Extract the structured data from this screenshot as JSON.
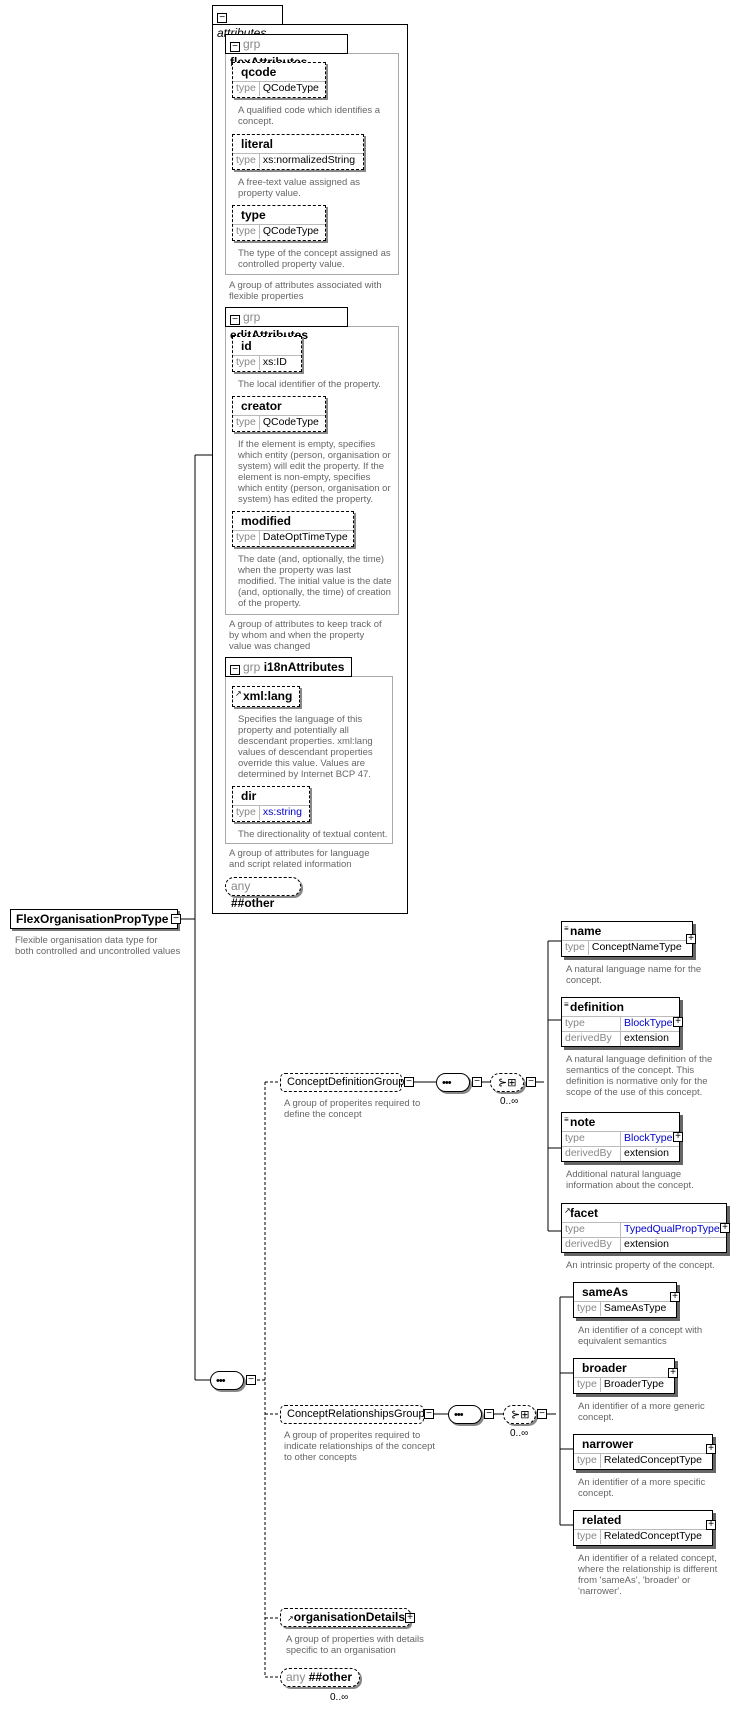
{
  "attributes_label": "attributes",
  "grp_label": "grp",
  "type_label": "type",
  "derived_label": "derivedBy",
  "any_label": "any",
  "root": {
    "name": "FlexOrganisationPropType",
    "doc": [
      "Flexible organisation data type for",
      "both controlled and uncontrolled values"
    ]
  },
  "flexAttributes": {
    "name": "flexAttributes",
    "doc": [
      "A group of attributes associated with",
      "flexible properties"
    ],
    "items": [
      {
        "name": "qcode",
        "type": "QCodeType",
        "doc": [
          "A qualified code which identifies a",
          "concept."
        ]
      },
      {
        "name": "literal",
        "type": "xs:normalizedString",
        "doc": [
          "A free-text value assigned as",
          "property value."
        ]
      },
      {
        "name": "type",
        "type": "QCodeType",
        "doc": [
          "The type of the concept assigned as",
          "controlled property value."
        ]
      }
    ]
  },
  "editAttributes": {
    "name": "editAttributes",
    "doc": [
      "A group of attributes to keep track of",
      "by whom and when the property",
      "value was changed"
    ],
    "items": [
      {
        "name": "id",
        "type": "xs:ID",
        "doc": [
          "The local identifier of the property."
        ]
      },
      {
        "name": "creator",
        "type": "QCodeType",
        "doc": [
          "If the element is empty, specifies",
          "which entity (person, organisation or",
          "system) will edit the property. If the",
          "element is non-empty, specifies",
          "which entity (person, organisation or",
          "system) has edited the property."
        ]
      },
      {
        "name": "modified",
        "type": "DateOptTimeType",
        "doc": [
          "The date (and, optionally, the time)",
          "when the property was last",
          "modified. The initial value is the date",
          "(and, optionally, the time) of creation",
          "of the property."
        ]
      }
    ]
  },
  "i18nAttributes": {
    "name": "i18nAttributes",
    "doc": [
      "A group of attributes for language",
      "and script related information"
    ],
    "items": [
      {
        "name": "xml:lang",
        "doc": [
          "Specifies the language of this",
          "property and potentially all",
          "descendant properties. xml:lang",
          "values of descendant properties",
          "override this value. Values are",
          "determined by Internet BCP 47."
        ]
      },
      {
        "name": "dir",
        "type": "xs:string",
        "doc": [
          "The directionality of textual content."
        ]
      }
    ]
  },
  "any_other": "##other",
  "conceptDefinitionGroup": {
    "name": "ConceptDefinitionGroup",
    "doc": [
      "A group of properites required to",
      "define the concept"
    ],
    "occ": "0..∞",
    "elements": [
      {
        "name": "name",
        "type": "ConceptNameType",
        "doc": [
          "A natural language name for the",
          "concept."
        ]
      },
      {
        "name": "definition",
        "type": "BlockType",
        "derived": "extension",
        "doc": [
          "A natural language definition of the",
          "semantics of the concept. This",
          "definition is normative only for the",
          "scope of the use of this concept."
        ]
      },
      {
        "name": "note",
        "type": "BlockType",
        "derived": "extension",
        "doc": [
          "Additional natural language",
          "information about the concept."
        ]
      },
      {
        "name": "facet",
        "type": "TypedQualPropType",
        "derived": "extension",
        "doc": [
          "An intrinsic property of the concept."
        ]
      }
    ]
  },
  "conceptRelationshipsGroup": {
    "name": "ConceptRelationshipsGroup",
    "doc": [
      "A group of properites required to",
      "indicate relationships of the concept",
      "to other concepts"
    ],
    "occ": "0..∞",
    "elements": [
      {
        "name": "sameAs",
        "type": "SameAsType",
        "doc": [
          "An identifier of a concept with",
          "equivalent semantics"
        ]
      },
      {
        "name": "broader",
        "type": "BroaderType",
        "doc": [
          "An identifier of a more generic",
          "concept."
        ]
      },
      {
        "name": "narrower",
        "type": "RelatedConceptType",
        "doc": [
          "An identifier of a more specific",
          "concept."
        ]
      },
      {
        "name": "related",
        "type": "RelatedConceptType",
        "doc": [
          "An identifier of a related concept,",
          "where the relationship is different",
          "from 'sameAs', 'broader' or",
          "'narrower'."
        ]
      }
    ]
  },
  "organisationDetails": {
    "name": "organisationDetails",
    "doc": [
      "A group of properties with details",
      "specific to an organisation"
    ]
  },
  "any_other_bottom": {
    "name": "##other",
    "occ": "0..∞"
  },
  "icons": {
    "expand": "plus-icon",
    "collapse": "minus-icon",
    "sequence": "sequence-icon",
    "choice": "choice-icon"
  }
}
